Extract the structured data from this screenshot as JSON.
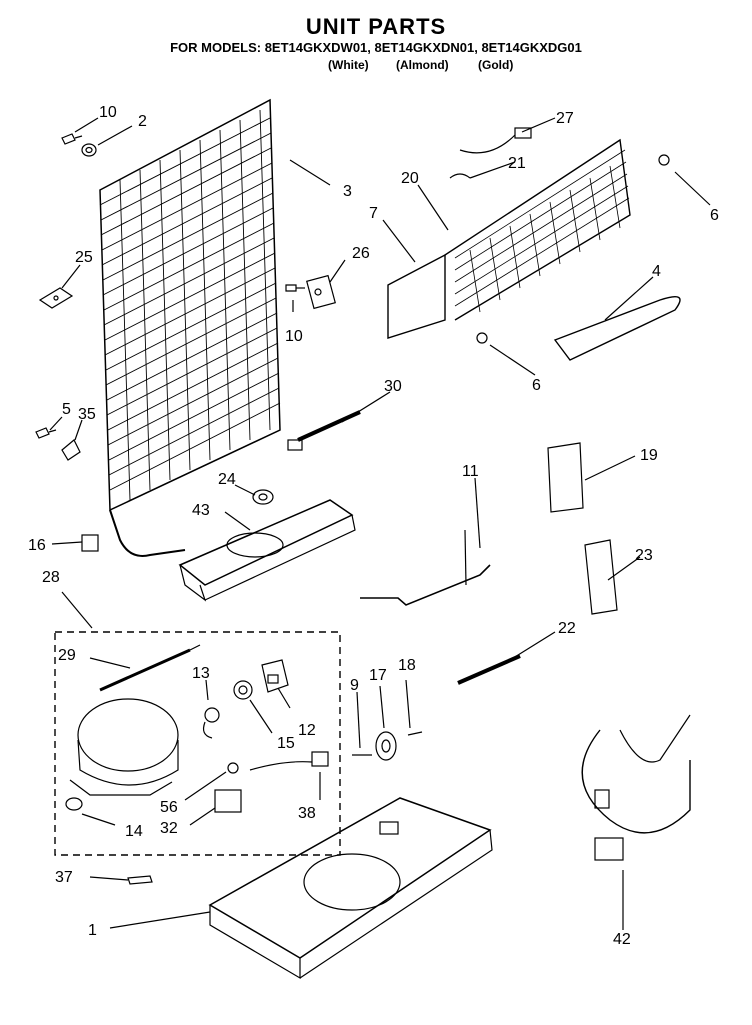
{
  "header": {
    "title": "UNIT PARTS",
    "models_line": "FOR MODELS: 8ET14GKXDW01, 8ET14GKXDN01, 8ET14GKXDG01",
    "color_white": "(White)",
    "color_almond": "(Almond)",
    "color_gold": "(Gold)"
  },
  "callouts": [
    "10",
    "2",
    "3",
    "26",
    "10",
    "25",
    "5",
    "35",
    "16",
    "24",
    "43",
    "28",
    "29",
    "13",
    "12",
    "15",
    "56",
    "32",
    "14",
    "37",
    "1",
    "27",
    "21",
    "20",
    "7",
    "6",
    "6",
    "4",
    "30",
    "19",
    "11",
    "23",
    "22",
    "9",
    "17",
    "18",
    "38",
    "42"
  ]
}
